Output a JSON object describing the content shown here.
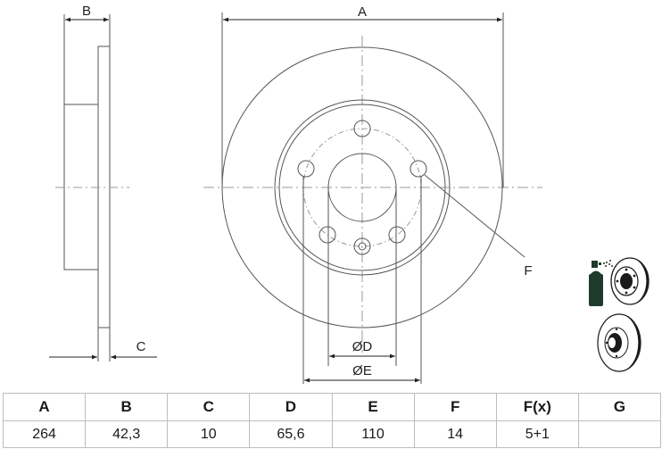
{
  "drawing": {
    "side_view": {
      "dim_B_label": "B",
      "dim_C_label": "C"
    },
    "front_view": {
      "dim_A_label": "A",
      "dim_D_label": "ØD",
      "dim_E_label": "ØE",
      "callout_F_label": "F"
    },
    "icons": [
      "spray-coated-disc-icon",
      "brake-disc-icon"
    ],
    "colors": {
      "line": "#555555",
      "centerline": "#9a9a9a",
      "icon_fill": "#1f3a2a"
    }
  },
  "spec_table": {
    "headers": [
      "A",
      "B",
      "C",
      "D",
      "E",
      "F",
      "F(x)",
      "G"
    ],
    "values": [
      "264",
      "42,3",
      "10",
      "65,6",
      "110",
      "14",
      "5+1",
      ""
    ]
  }
}
